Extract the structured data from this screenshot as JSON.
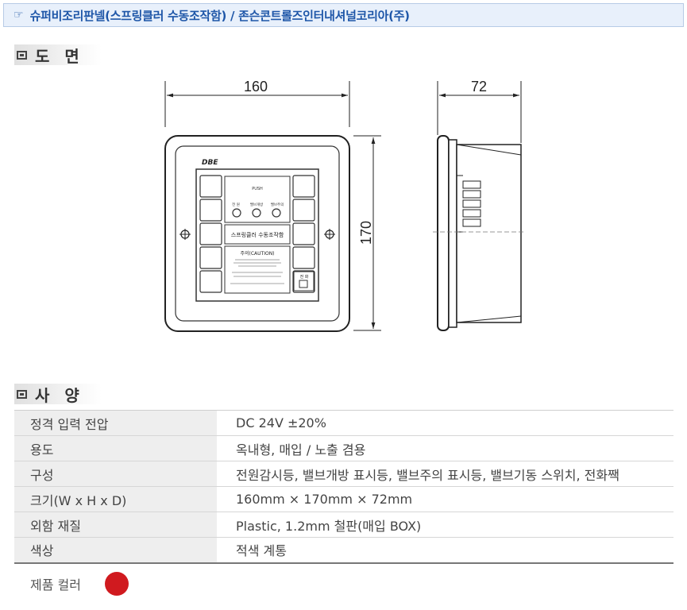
{
  "header": {
    "icon": "pointing-hand-icon",
    "title": "슈퍼비조리판넬(스프링클러 수동조작함) / 존슨콘트롤즈인터내셔널코리아(주)"
  },
  "drawing_section": {
    "title": "도 면"
  },
  "spec_section": {
    "title": "사 양"
  },
  "drawing": {
    "width_dim": "160",
    "height_dim": "170",
    "depth_dim": "72",
    "brand": "DBE",
    "push_label": "PUSH",
    "lamp_labels": [
      "전 원",
      "밸브개방",
      "밸브주의"
    ],
    "panel_name": "스프링클러 수동조작함",
    "caution_title": "주의(CAUTION)",
    "phone_label": "전 화"
  },
  "specs": [
    {
      "label": "정격 입력 전압",
      "value": "DC 24V ±20%"
    },
    {
      "label": "용도",
      "value": "옥내형, 매입 / 노출 겸용"
    },
    {
      "label": "구성",
      "value": "전원감시등, 밸브개방 표시등, 밸브주의 표시등, 밸브기동 스위치, 전화짹"
    },
    {
      "label": "크기(W x H x D)",
      "value": "160mm × 170mm × 72mm"
    },
    {
      "label": "외함 재질",
      "value": "Plastic, 1.2mm 철판(매입 BOX)"
    },
    {
      "label": "색상",
      "value": "적색 계통"
    }
  ],
  "product_color": {
    "label": "제품 컬러",
    "swatch": "#d01a1f"
  }
}
